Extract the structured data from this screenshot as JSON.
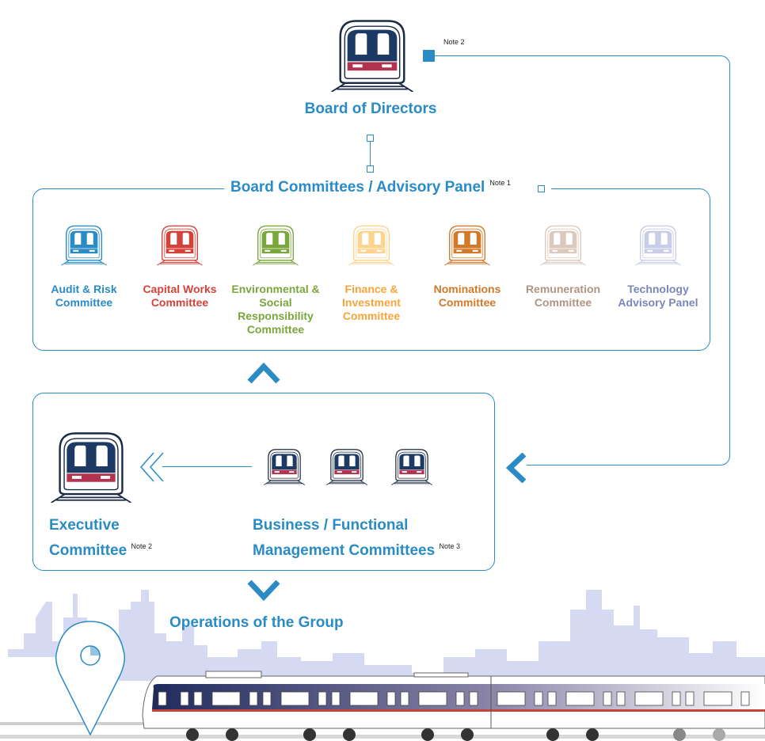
{
  "board": {
    "title": "Board of Directors",
    "note": "Note 2"
  },
  "committees_panel": {
    "title": "Board Committees / Advisory Panel",
    "note": "Note 1",
    "items": [
      {
        "label": "Audit & Risk Committee",
        "color": "#2a8bc5"
      },
      {
        "label": "Capital Works Committee",
        "color": "#d4423a"
      },
      {
        "label": "Environmental & Social Responsibility Committee",
        "color": "#7aa63c"
      },
      {
        "label": "Finance & Investment Committee",
        "color": "#f7a53a",
        "icon_color": "#fdd48f"
      },
      {
        "label": "Nominations Committee",
        "color": "#d07a2a"
      },
      {
        "label": "Remuneration Committee",
        "color": "#b09484",
        "icon_color": "#dcc9be"
      },
      {
        "label": "Technology Advisory Panel",
        "color": "#7b86b8",
        "icon_color": "#c9cde8"
      }
    ]
  },
  "executive": {
    "title_line1": "Executive",
    "title_line2": "Committee",
    "note": "Note 2"
  },
  "business": {
    "title_line1": "Business / Functional",
    "title_line2": "Management Committees",
    "note": "Note 3"
  },
  "operations": {
    "title": "Operations of the Group"
  },
  "colors": {
    "accent": "#2a8bc5",
    "navy": "#1c3a63",
    "red": "#b2334f",
    "skyline": "#d6d9f2"
  }
}
